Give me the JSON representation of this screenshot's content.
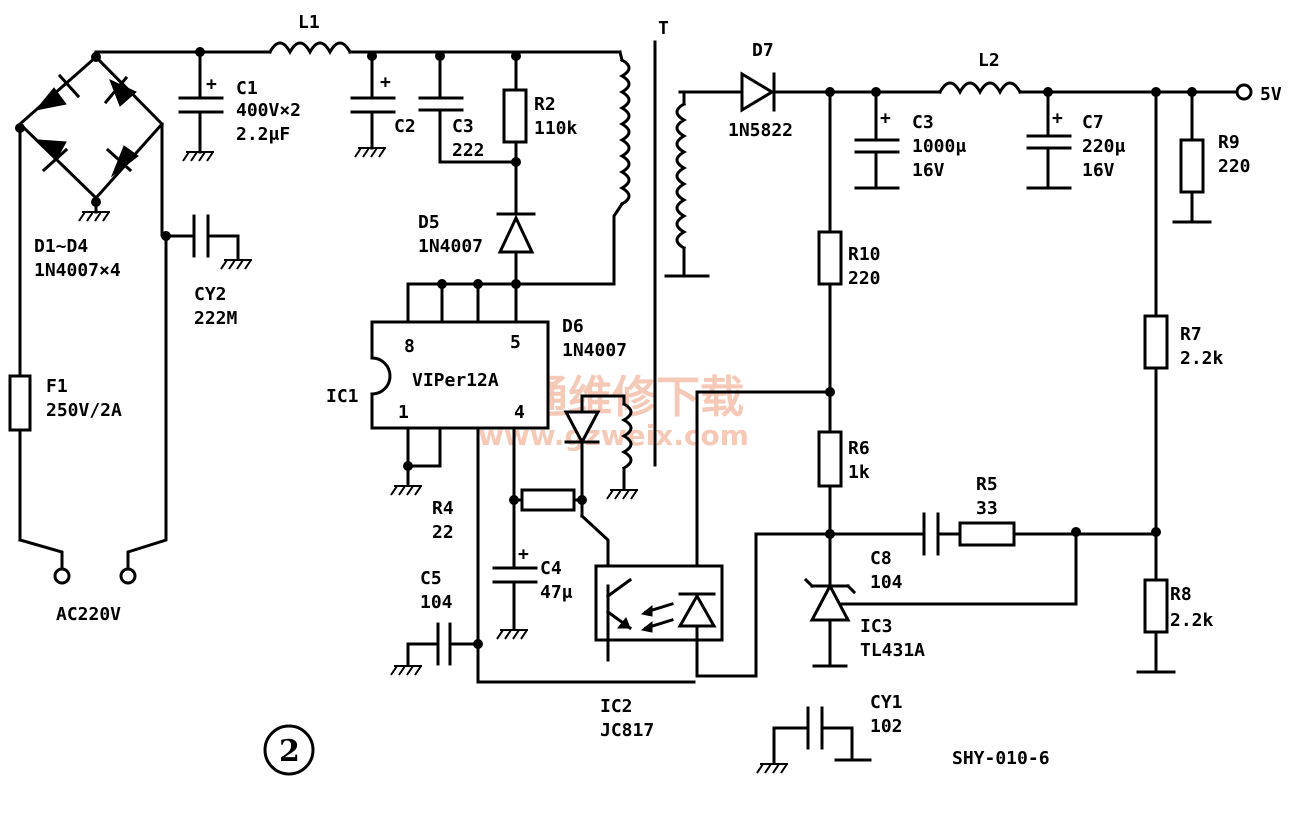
{
  "diagram": {
    "figure_number": "2",
    "figure_code": "SHY-010-6",
    "watermark": {
      "line1": "精通维修下载",
      "line2": "www.gzweix.com"
    }
  },
  "components": {
    "L1": {
      "name": "L1"
    },
    "T": {
      "name": "T"
    },
    "D7": {
      "name": "D7",
      "part": "1N5822"
    },
    "L2": {
      "name": "L2"
    },
    "output": {
      "label": "5V"
    },
    "C1": {
      "name": "C1",
      "value1": "400V×2",
      "value2": "2.2μF"
    },
    "C2": {
      "name": "C2"
    },
    "C3a": {
      "name": "C3",
      "value": "222"
    },
    "R2": {
      "name": "R2",
      "value": "110k"
    },
    "C3b": {
      "name": "C3",
      "value1": "1000μ",
      "value2": "16V"
    },
    "C7": {
      "name": "C7",
      "value1": "220μ",
      "value2": "16V"
    },
    "R9": {
      "name": "R9",
      "value": "220"
    },
    "D1D4": {
      "name": "D1~D4",
      "part": "1N4007×4"
    },
    "CY2": {
      "name": "CY2",
      "value": "222M"
    },
    "D5": {
      "name": "D5",
      "part": "1N4007"
    },
    "R10": {
      "name": "R10",
      "value": "220"
    },
    "IC1": {
      "name": "IC1",
      "part": "VIPer12A",
      "pin8": "8",
      "pin5": "5",
      "pin1": "1",
      "pin4": "4"
    },
    "D6": {
      "name": "D6",
      "part": "1N4007"
    },
    "R7": {
      "name": "R7",
      "value": "2.2k"
    },
    "F1": {
      "name": "F1",
      "value": "250V/2A"
    },
    "R6": {
      "name": "R6",
      "value": "1k"
    },
    "R4": {
      "name": "R4",
      "value": "22"
    },
    "R5": {
      "name": "R5",
      "value": "33"
    },
    "C8": {
      "name": "C8",
      "value": "104"
    },
    "C5": {
      "name": "C5",
      "value": "104"
    },
    "C4": {
      "name": "C4",
      "value": "47μ"
    },
    "R8": {
      "name": "R8",
      "value": "2.2k"
    },
    "IC3": {
      "name": "IC3",
      "part": "TL431A"
    },
    "AC": {
      "label": "AC220V"
    },
    "IC2": {
      "name": "IC2",
      "part": "JC817"
    },
    "CY1": {
      "name": "CY1",
      "value": "102"
    }
  }
}
